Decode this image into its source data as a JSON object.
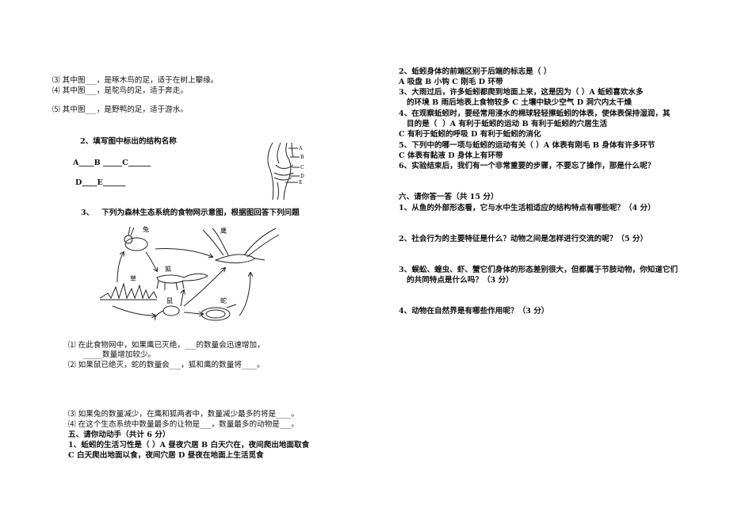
{
  "left": {
    "q1_sub": [
      {
        "num": "⑶",
        "text": "其中图___，是啄木鸟的足，适于在树上攀缘。"
      },
      {
        "num": "⑷",
        "text": "其中图___，是鸵鸟的足，适于奔走。"
      },
      {
        "num": "⑸",
        "text": "其中图___，是野鸭的足，适于游水。"
      }
    ],
    "q2": {
      "title": "2、填写图中标出的结构名称",
      "line1": "A____B _____C______",
      "line2": "D____E______",
      "figure_labels": [
        "A",
        "B",
        "C",
        "D",
        "E"
      ]
    },
    "q3": {
      "title": "3、   下列为森林生态系统的食物网示意图，根据图回答下列问题",
      "figure_labels": {
        "rabbit": "兔",
        "eagle": "鹰",
        "fox": "狐",
        "grass": "草",
        "mouse": "鼠",
        "snake": "蛇"
      },
      "sub": [
        {
          "num": "⑴",
          "text": "在此食物网中，如果鹰已灭绝，___的数量会迅速增加，"
        },
        {
          "num": "",
          "text": "_____数量增加较少。"
        },
        {
          "num": "⑵",
          "text": "如果鼠已绝灭，蛇的数量会___，狐和鹰的数量将____。"
        },
        {
          "num": "⑶",
          "text": "如果兔的数量减少，在鹰和狐两者中，数量减少最多的将是____。"
        },
        {
          "num": "⑷",
          "text": "在这个生态系统中数量最多的让物是___，数量最多的动物是___。"
        }
      ]
    },
    "section5": {
      "title": "五、请你动动手（共计 6 分）",
      "q1_line1": "1、蚯蚓的生活习性是（  ）A 昼夜穴居 B 白天穴在，夜间爬出地面取食",
      "q1_line2": "C 白天爬出地面以食，夜间穴居 D 昼夜在地面上生活觅食"
    }
  },
  "right": {
    "section5_cont": [
      "2、蚯蚓身体的前端区别于后端的标志是（  ）",
      "A 吸盘 B 小钩 C 刚毛 D 环带",
      "3、大雨过后，许多蚯蚓都爬到地面上来，这是因为（  ）A 蚯蚓喜欢水多",
      "   的环境 B 雨后地表上食物较多 C 土壤中缺少空气 D 洞穴内太干燥",
      "4、在观察蚯蚓时，要经常用浸水的棉球轻轻擦蚯蚓的体表，使体表保持湿润，其",
      "   目的是（  ）A 有利于蚯蚓的运动 B 有利于蚯蚓的穴居生活",
      "C 有利于蚯蚓的呼吸 D 有利于蚯蚓的消化",
      "5、下列中的哪一项与蚯蚓的运动有关（  ）A 体表有刚毛 B 身体有许多环节",
      "C 体表有黏液 D 身体上有环带",
      "6、实验结束后，我们有一个非常重要的步骤，不要忘了操作，那是什么呢？"
    ],
    "section6": {
      "title": "六、请你答一答（共 15 分）",
      "questions": [
        "1、从鱼的外部形态看，它与水中生活相适应的结构特点有哪些呢？（4 分）",
        "2、社会行为的主要特征是什么？动物之间是怎样进行交流的呢？（5 分）",
        "3、蜈蚣、蝗虫、虾、蟹它们身体的形态差别很大，但都属于节肢动物，你知道它们",
        "   的共同特点是什么吗？（3 分）",
        "4、动物在自然界是有哪些作用呢？（3 分）"
      ]
    }
  }
}
